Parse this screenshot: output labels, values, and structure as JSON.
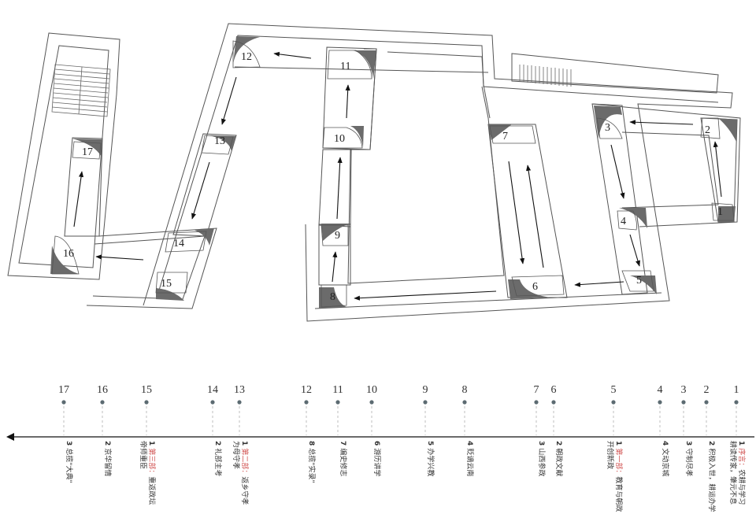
{
  "stations": [
    {
      "num": "1"
    },
    {
      "num": "2"
    },
    {
      "num": "3"
    },
    {
      "num": "4"
    },
    {
      "num": "5"
    },
    {
      "num": "6"
    },
    {
      "num": "7"
    },
    {
      "num": "8"
    },
    {
      "num": "9"
    },
    {
      "num": "10"
    },
    {
      "num": "11"
    },
    {
      "num": "12"
    },
    {
      "num": "13"
    },
    {
      "num": "14"
    },
    {
      "num": "15"
    },
    {
      "num": "16"
    },
    {
      "num": "17"
    }
  ],
  "timeline": [
    {
      "num": "1",
      "lines": [
        {
          "bold": "1",
          "red": "序言：",
          "text": "农耕与学习"
        },
        {
          "text": "耕读传家，肇元不息"
        }
      ]
    },
    {
      "num": "2",
      "lines": [
        {
          "bold": "2",
          "text": "积极入世，耕运办学"
        }
      ]
    },
    {
      "num": "3",
      "lines": [
        {
          "bold": "3",
          "text": "守制尽孝"
        }
      ]
    },
    {
      "num": "4",
      "lines": [
        {
          "bold": "4",
          "text": "文动京城"
        }
      ]
    },
    {
      "num": "5",
      "lines": [
        {
          "bold": "1",
          "red": "第一部：",
          "text": "教育与朝政"
        },
        {
          "text": "开创新政"
        }
      ]
    },
    {
      "num": "6",
      "lines": [
        {
          "bold": "2",
          "text": "朝政文献"
        }
      ]
    },
    {
      "num": "7",
      "lines": [
        {
          "bold": "3",
          "text": "山西参政"
        }
      ]
    },
    {
      "num": "8",
      "lines": [
        {
          "bold": "4",
          "text": "贬谪云南"
        }
      ]
    },
    {
      "num": "9",
      "lines": [
        {
          "bold": "5",
          "text": "办学兴教"
        }
      ]
    },
    {
      "num": "10",
      "lines": [
        {
          "bold": "6",
          "text": "游历讲学"
        }
      ]
    },
    {
      "num": "11",
      "lines": [
        {
          "bold": "7",
          "text": "编史修志"
        }
      ]
    },
    {
      "num": "12",
      "lines": [
        {
          "bold": "8",
          "text": "总揽\"实录\""
        }
      ]
    },
    {
      "num": "13",
      "lines": [
        {
          "bold": "1",
          "red": "第二部：",
          "text": "返乡守孝"
        },
        {
          "text": "为母守孝"
        }
      ]
    },
    {
      "num": "14",
      "lines": [
        {
          "bold": "2",
          "text": "礼部主考"
        }
      ]
    },
    {
      "num": "15",
      "lines": [
        {
          "bold": "1",
          "red": "第三部：",
          "text": "重返政坛"
        },
        {
          "text": "帝师重臣"
        }
      ]
    },
    {
      "num": "16",
      "lines": [
        {
          "bold": "2",
          "text": "京华留情"
        }
      ]
    },
    {
      "num": "17",
      "lines": [
        {
          "bold": "3",
          "text": "总揽\"大典\""
        }
      ]
    }
  ],
  "colors": {
    "wall": "#555555",
    "corner_fill": "#6b6b6b",
    "dot": "#5c6b72",
    "accent_red": "#d0504f",
    "dash": "#bfbfbf"
  }
}
